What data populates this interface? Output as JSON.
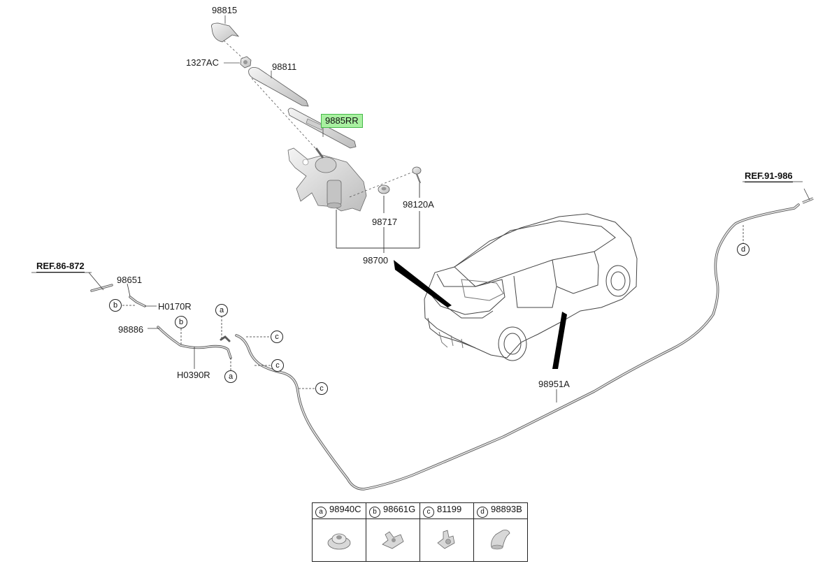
{
  "parts": {
    "p98815": "98815",
    "p1327AC": "1327AC",
    "p98811": "98811",
    "p9885RR": "9885RR",
    "p98120A": "98120A",
    "p98717": "98717",
    "p98700": "98700",
    "p98651": "98651",
    "pH0170R": "H0170R",
    "p98886": "98886",
    "pH0390R": "H0390R",
    "p98951A": "98951A"
  },
  "refs": {
    "left": "REF.86-872",
    "right": "REF.91-986"
  },
  "callouts": {
    "a": "a",
    "b": "b",
    "c": "c",
    "d": "d"
  },
  "legend": [
    {
      "letter": "a",
      "part": "98940C",
      "icon": "grommet-icon"
    },
    {
      "letter": "b",
      "part": "98661G",
      "icon": "clip-icon"
    },
    {
      "letter": "c",
      "part": "81199",
      "icon": "clamp-icon"
    },
    {
      "letter": "d",
      "part": "98893B",
      "icon": "hose-boot-icon"
    }
  ],
  "colors": {
    "highlight": "#a8f0a0",
    "highlight_border": "#47b84a",
    "part_fill": "#e6e6e6",
    "line": "#333333"
  }
}
